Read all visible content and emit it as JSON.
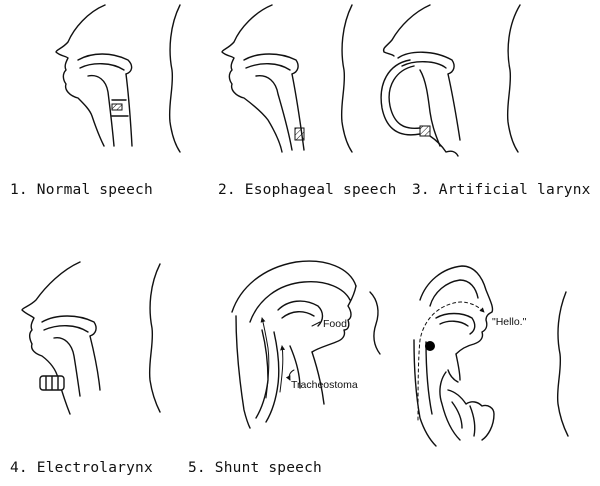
{
  "figures": [
    {
      "caption": "1. Normal speech"
    },
    {
      "caption": "2. Esophageal speech"
    },
    {
      "caption": "3. Artificial larynx"
    },
    {
      "caption": "4. Electrolarynx"
    },
    {
      "caption": "5. Shunt speech"
    }
  ],
  "annotations": {
    "food": "Food",
    "tracheostoma": "Tracheostoma",
    "hello": "\"Hello.\""
  },
  "icons": [
    "head-profile-icon",
    "speech-airflow-arrow-icon",
    "hand-icon"
  ]
}
